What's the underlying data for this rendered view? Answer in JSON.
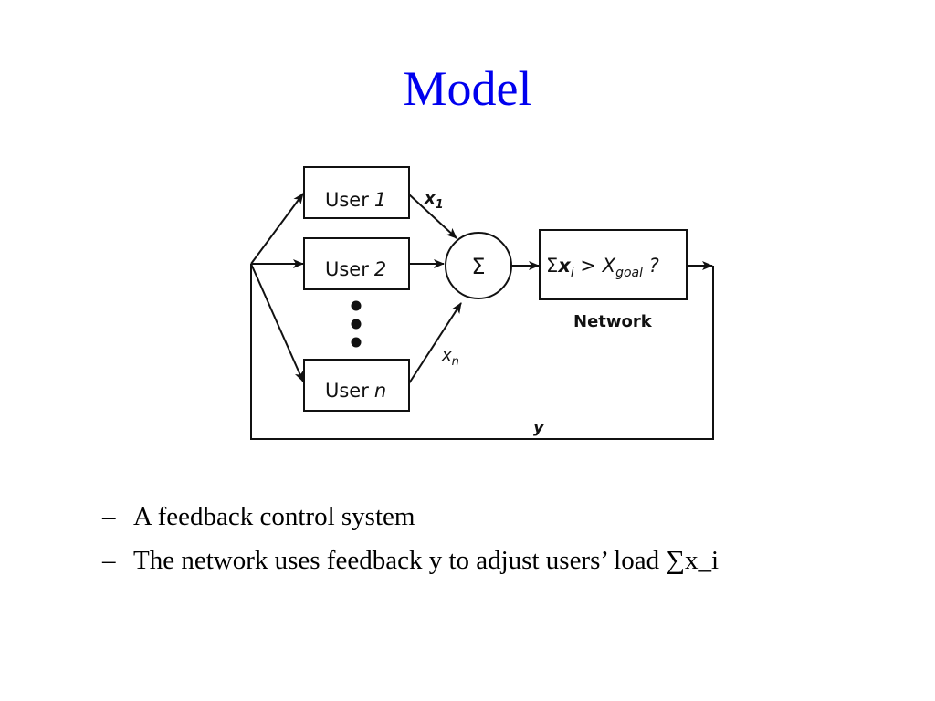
{
  "slide": {
    "title": "Model"
  },
  "diagram": {
    "users": [
      {
        "label": "User",
        "index": "1"
      },
      {
        "label": "User",
        "index": "2"
      },
      {
        "label": "User",
        "index": "n"
      }
    ],
    "inputs": [
      {
        "symbol": "x",
        "subscript": "1"
      },
      {
        "symbol": "x",
        "subscript": "n"
      }
    ],
    "summer_symbol": "Σ",
    "network_condition": {
      "sigma": "Σ",
      "x": "x",
      "x_sub": "i",
      "op": " > ",
      "goal": "X",
      "goal_sub": "goal",
      "question": " ?"
    },
    "network_label": "Network",
    "feedback_label": "y"
  },
  "bullets": [
    {
      "dash": "–",
      "text": "A feedback control system"
    },
    {
      "dash": "–",
      "text": "The network uses feedback y to adjust users’ load ∑x_i"
    }
  ],
  "colors": {
    "title": "#0000ee",
    "diagram_ink": "#111111"
  }
}
